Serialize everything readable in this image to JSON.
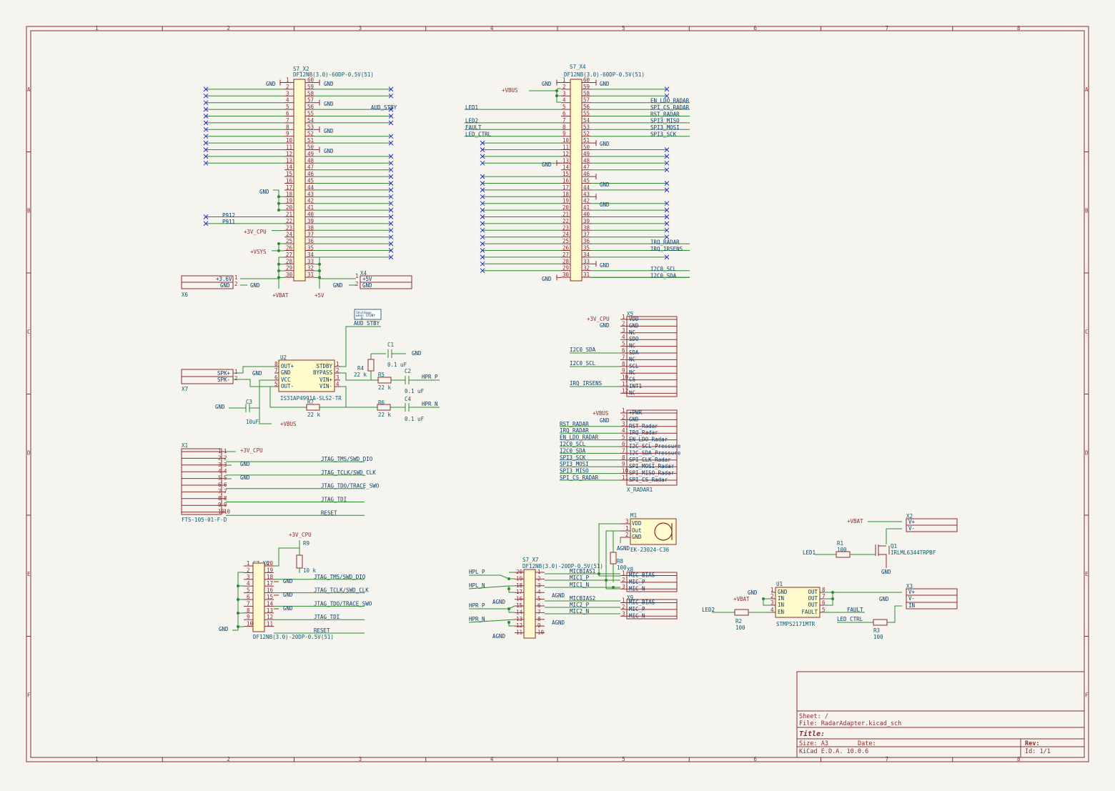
{
  "grid": {
    "cols": [
      "1",
      "2",
      "3",
      "4",
      "5",
      "6",
      "7",
      "8"
    ],
    "rows": [
      "A",
      "B",
      "C",
      "D",
      "E",
      "F"
    ]
  },
  "title_block": {
    "sheet": "Sheet: /",
    "file": "File: RadarAdapter.kicad_sch",
    "title": "Title:",
    "size": "Size: A3",
    "date": "Date:",
    "rev": "Rev:",
    "tool": "KiCad E.D.A. 10.0.6",
    "id": "Id: 1/1"
  },
  "x2": {
    "ref": "S7_X2",
    "value": "DF12NB(3.0)-60DP-0.5V(51)",
    "left": [
      "1",
      "2",
      "3",
      "4",
      "5",
      "6",
      "7",
      "8",
      "9",
      "10",
      "11",
      "12",
      "13",
      "14",
      "15",
      "16",
      "17",
      "18",
      "19",
      "20",
      "21",
      "22",
      "23",
      "24",
      "25",
      "26",
      "27",
      "28",
      "29",
      "30"
    ],
    "right": [
      "60",
      "59",
      "58",
      "57",
      "56",
      "55",
      "54",
      "53",
      "52",
      "51",
      "50",
      "49",
      "48",
      "47",
      "46",
      "45",
      "44",
      "43",
      "42",
      "41",
      "40",
      "39",
      "38",
      "37",
      "36",
      "35",
      "34",
      "33",
      "32",
      "31"
    ],
    "gnd": "GND",
    "aud": "AUD_STBY",
    "p912": "P912",
    "p911": "P911",
    "v3": "+3V_CPU",
    "vsys": "+VSYS",
    "vbat": "+VBAT",
    "v5": "+5V"
  },
  "x6": {
    "ref": "X6",
    "p1": "+3.6V",
    "p2": "GND",
    "n1": "1",
    "n2": "2"
  },
  "x4c": {
    "ref": "X4",
    "p1": "+5V",
    "p2": "GND",
    "n1": "1",
    "n2": "2"
  },
  "x4": {
    "ref": "S7_X4",
    "value": "DF12NB(3.0)-60DP-0.5V(51)",
    "vbus": "+VBUS",
    "gnd": "GND",
    "lnets": [
      "LED1",
      "LED2",
      "FAULT",
      "LED_CTRL"
    ],
    "rnets": [
      "EN_LDO_RADAR",
      "SPI_CS_RADAR",
      "RST_RADAR",
      "SPI3_MISO",
      "SPI3_MOSI",
      "SPI3_SCK",
      "IRQ_RADAR",
      "IRQ_IRSENS",
      "I2C0_SCL",
      "I2C0_SDA"
    ]
  },
  "u2": {
    "ref": "U2",
    "value": "IS31AP4991A-SLS2-TR",
    "lpins": [
      "OUT+",
      "GND",
      "VCC",
      "OUT-"
    ],
    "lnums": [
      "8",
      "7",
      "6",
      "5"
    ],
    "rpins": [
      "STDBY",
      "BYPASS",
      "VIN+",
      "VIN-"
    ],
    "rnums": [
      "1",
      "2",
      "3",
      "4"
    ]
  },
  "note": {
    "l1": "Shutdown",
    "l2": "when  STDBY",
    "l3": "0"
  },
  "audnet": "AUD_STBY",
  "x7": {
    "ref": "X7",
    "p1": "SPK+",
    "p2": "SPK-",
    "n1": "1",
    "n2": "2"
  },
  "parts": {
    "c1": "C1",
    "c1v": "0.1 uF",
    "c2": "C2",
    "c2v": "0.1 uF",
    "c4": "C4",
    "c4v": "0.1 uF",
    "c3": "C3",
    "c3v": "10uF",
    "r4": "R4",
    "r4v": "22 k",
    "r5": "R5",
    "r5v": "22 k",
    "r6": "R6",
    "r6v": "22 k",
    "r7": "R7",
    "r7v": "22 k",
    "hprp": "HPR_P",
    "hprn": "HPR_N",
    "gnd": "GND",
    "vbus": "+VBUS"
  },
  "x5": {
    "ref": "X5",
    "pins": [
      "VDD",
      "GND",
      "NC",
      "SDO",
      "NC",
      "SDA",
      "NC",
      "SCL",
      "NC",
      "CS",
      "INT1",
      "NC"
    ],
    "v3": "+3V_CPU",
    "gnd": "GND",
    "sda": "I2C0_SDA",
    "scl": "I2C0_SCL",
    "irq": "IRQ_IRSENS"
  },
  "xr": {
    "ref": "X_RADAR1",
    "pins": [
      "+PWR",
      "GND",
      "RST_Radar",
      "IRQ_Radar",
      "EN_LDO_Radar",
      "I2C_SCL_Pressure",
      "I2C_SDA_Pressure",
      "SPI_CLK_Radar",
      "SPI_MOSI_Radar",
      "SPI_MISO_Radar",
      "SPI_CS_Radar"
    ],
    "nets": [
      "RST_RADAR",
      "IRQ_RADAR",
      "EN_LDO_RADAR",
      "I2C0_SCL",
      "I2C0_SDA",
      "SPI3_SCK",
      "SPI3_MOSI",
      "SPI3_MISO",
      "SPI_CS_RADAR"
    ],
    "vbus": "+VBUS",
    "gnd": "GND"
  },
  "x1": {
    "ref": "X1",
    "value": "FTS-105-01-F-D",
    "v3": "+3V_CPU",
    "gnd": "GND",
    "nets": [
      "JTAG_TMS/SWD_DIO",
      "JTAG_TCLK/SWD_CLK",
      "JTAG_TDO/TRACE_SWO",
      "JTAG_TDI",
      "RESET"
    ]
  },
  "x6b": {
    "ref": "S7_X6",
    "value": "DF12NB(3.0)-20DP-0.5V(51)",
    "v3": "+3V_CPU",
    "r9": "R9",
    "r9v": "10 k",
    "gnd": "GND",
    "nets": [
      "JTAG_TMS/SWD_DIO",
      "JTAG_TCLK/SWD_CLK",
      "JTAG_TDO/TRACE_SWO",
      "JTAG_TDI",
      "RESET"
    ]
  },
  "x7b": {
    "ref": "S7_X7",
    "value": "DF12NB(3.0)-20DP-0.5V(51)",
    "hplp": "HPL_P",
    "hpln": "HPL_N",
    "hprp": "HPR_P",
    "hprn": "HPR_N",
    "agnd": "AGND",
    "gnd": "GND",
    "rnets": [
      "MICBIAS1",
      "MIC1_P",
      "MIC1_N",
      "MICBIAS2",
      "MIC2_P",
      "MIC2_N"
    ]
  },
  "m1": {
    "ref": "M1",
    "value": "EK-23024-C36",
    "pins": [
      "VDD",
      "Out",
      "GND"
    ],
    "nums": [
      "3",
      "1",
      "2"
    ],
    "agnd": "AGND",
    "r8": "R8",
    "r8v": "100"
  },
  "x8": {
    "ref": "X8",
    "pins": [
      "MIC_BIAS",
      "MIC_P",
      "MIC_N"
    ]
  },
  "x9": {
    "ref": "X9",
    "pins": [
      "MIC_BIAS",
      "MIC_P",
      "MIC_N"
    ]
  },
  "x2b": {
    "ref": "X2",
    "pins": [
      "V+",
      "V-"
    ],
    "vbat": "+VBAT"
  },
  "q1": {
    "ref": "Q1",
    "value": "IRLML6344TRPBF",
    "r1": "R1",
    "r1v": "100",
    "led1": "LED1",
    "gnd": "GND"
  },
  "u1": {
    "ref": "U1",
    "value": "STMPS2171MTR",
    "lpins": [
      "GND",
      "IN",
      "IN",
      "EN"
    ],
    "lnums": [
      "1",
      "2",
      "3",
      "4"
    ],
    "rpins": [
      "OUT",
      "OUT",
      "OUT",
      "FAULT"
    ],
    "rnums": [
      "8",
      "7",
      "6",
      "5"
    ],
    "gnd": "GND",
    "vbat": "+VBAT",
    "led2": "LED2",
    "r2": "R2",
    "r2v": "100",
    "fault": "FAULT",
    "ledctrl": "LED_CTRL",
    "r3": "R3",
    "r3v": "100"
  },
  "x3": {
    "ref": "X3",
    "pins": [
      "V+",
      "V-",
      "IN"
    ],
    "gnd": "GND"
  }
}
